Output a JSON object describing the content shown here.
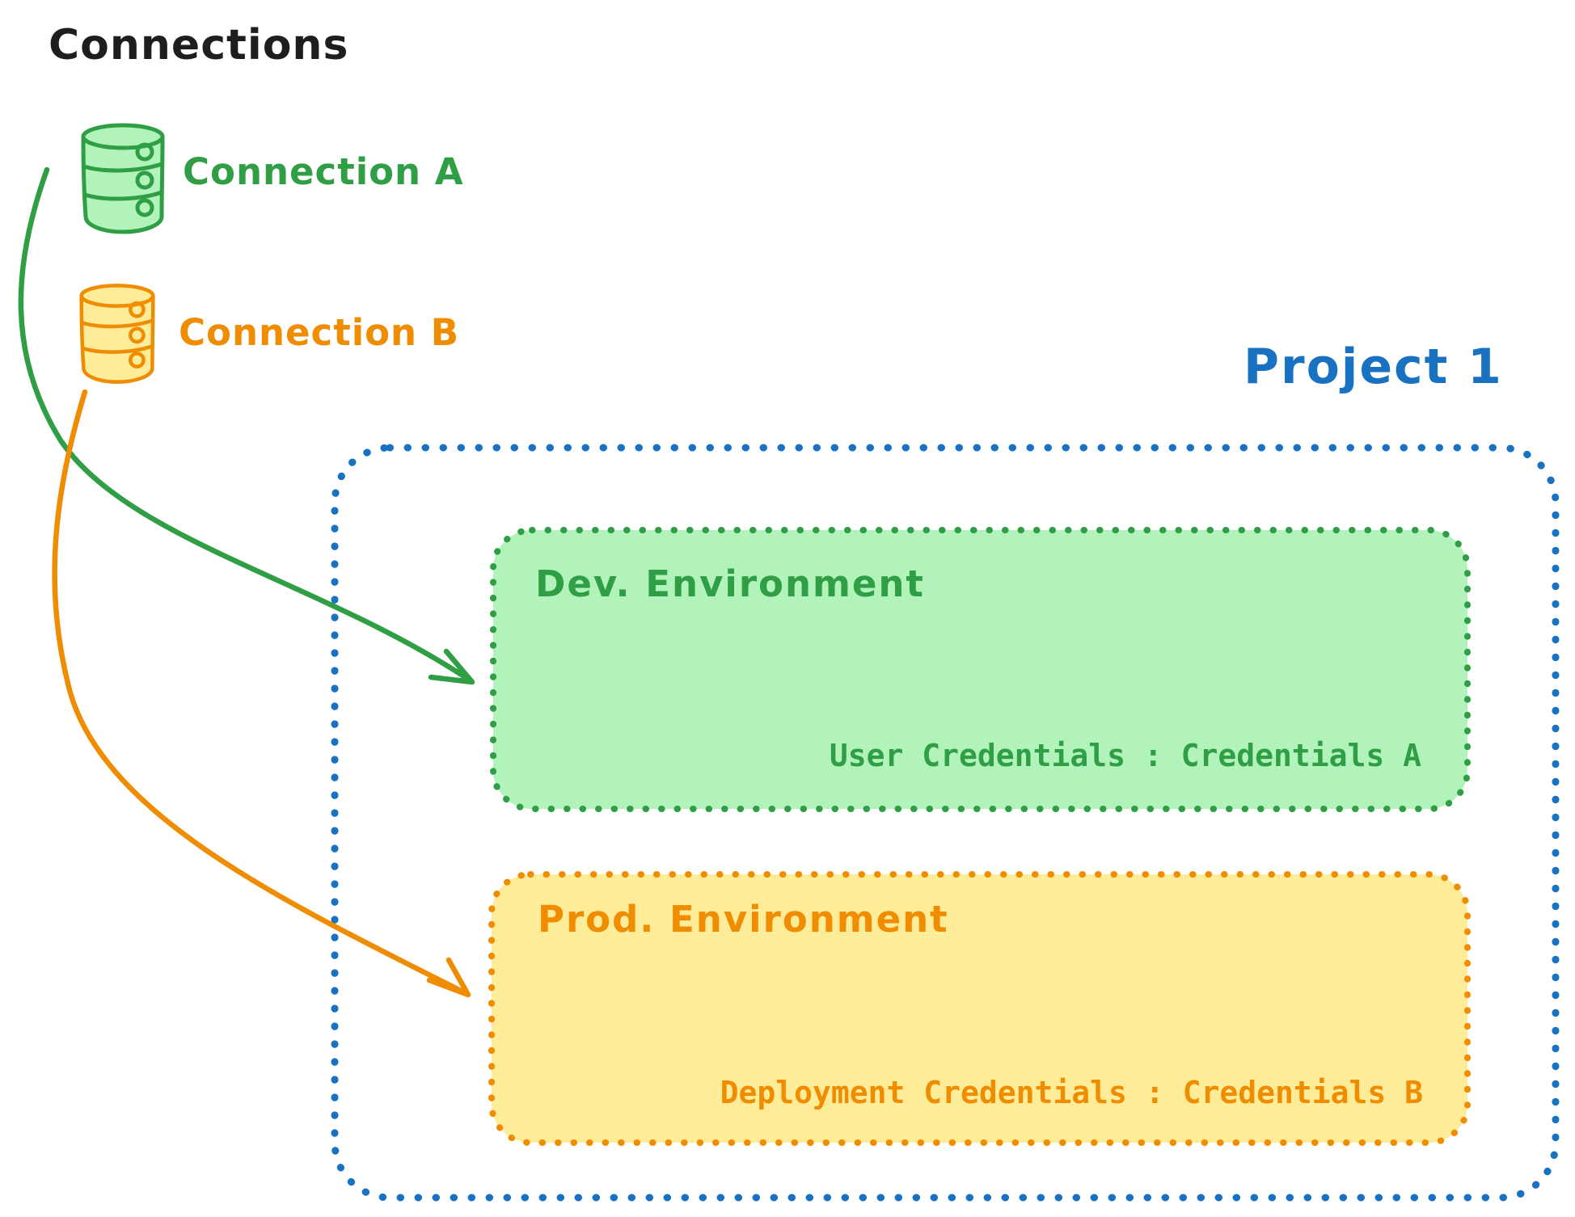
{
  "connections_title": "Connections",
  "connections": [
    {
      "label": "Connection A",
      "icon": "database-icon",
      "color": "#2f9e44",
      "fill": "#b2f2bb"
    },
    {
      "label": "Connection B",
      "icon": "database-icon",
      "color": "#f08c00",
      "fill": "#ffec99"
    }
  ],
  "project": {
    "title": "Project 1",
    "color": "#1971c2",
    "environments": [
      {
        "name": "Dev. Environment",
        "credentials_label": "User Credentials : Credentials A",
        "color": "#2f9e44",
        "fill": "#b2f2bb"
      },
      {
        "name": "Prod. Environment",
        "credentials_label": "Deployment Credentials : Credentials B",
        "color": "#f08c00",
        "fill": "#ffec99"
      }
    ]
  },
  "links": [
    {
      "from": "Connection A",
      "to": "Dev. Environment",
      "color": "#2f9e44"
    },
    {
      "from": "Connection B",
      "to": "Prod. Environment",
      "color": "#f08c00"
    }
  ]
}
